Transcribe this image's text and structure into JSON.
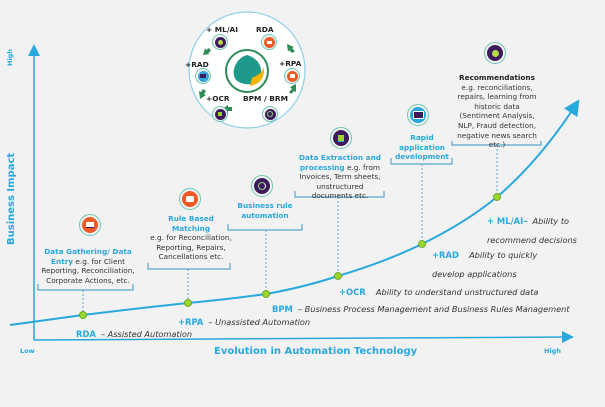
{
  "axes": {
    "y_title": "Business Impact",
    "y_high": "High",
    "x_title": "Evolution in Automation Technology",
    "x_low": "Low",
    "x_high": "High"
  },
  "cycle": {
    "labels": [
      "+ ML/AI",
      "RDA",
      "+RPA",
      "BPM / BRM",
      "+OCR",
      "+RAD"
    ]
  },
  "stages": [
    {
      "key": "RDA",
      "curve_label": "RDA",
      "curve_desc": "– Assisted Automation",
      "title": "Data Gathering/ Data Entry",
      "desc": " e.g. for Client Reporting, Reconciliation, Corporate Actions, etc.",
      "icon": "laptop-icon",
      "color": "#f05a24"
    },
    {
      "key": "RPA",
      "curve_label": "+RPA",
      "curve_desc": "– Unassisted Automation",
      "title": "Rule Based Matching",
      "desc": "e.g. for Reconciliation, Reporting, Repairs, Cancellations etc.",
      "icon": "robot-icon",
      "color": "#f05a24"
    },
    {
      "key": "BPM",
      "curve_label": "BPM",
      "curve_desc": "– Business Process Management and Business Rules Management",
      "title": "Business rule automation",
      "desc": "",
      "icon": "cycle-icon",
      "color": "#3d1a5b"
    },
    {
      "key": "OCR",
      "curve_label": "+OCR",
      "curve_desc": "Ability to understand unstructured data",
      "title": "Data Extraction and processing",
      "desc": " e.g. from Invoices, Term sheets, unstructured documents etc.",
      "icon": "download-icon",
      "color": "#3d1a5b"
    },
    {
      "key": "RAD",
      "curve_label": "+RAD",
      "curve_desc": "Ability to quickly develop applications",
      "title": "Rapid application development",
      "desc": "",
      "icon": "monitor-icon",
      "color": "#29a8dc"
    },
    {
      "key": "MLAI",
      "curve_label": "+ ML/AI–",
      "curve_desc": "Ability to recommend decisions",
      "title": "Recommendations",
      "desc": "e.g. reconciliations, repairs, learning from historic data (Sentiment Analysis, NLP, Fraud detection, negative news search etc.)",
      "icon": "brain-icon",
      "color": "#3d1a5b"
    }
  ],
  "colors": {
    "accent": "#29a8dc",
    "point": "#9ad62a",
    "teal": "#6cc7b1",
    "orange": "#f05a24",
    "purple": "#3d1a5b",
    "green": "#2e8b57"
  }
}
